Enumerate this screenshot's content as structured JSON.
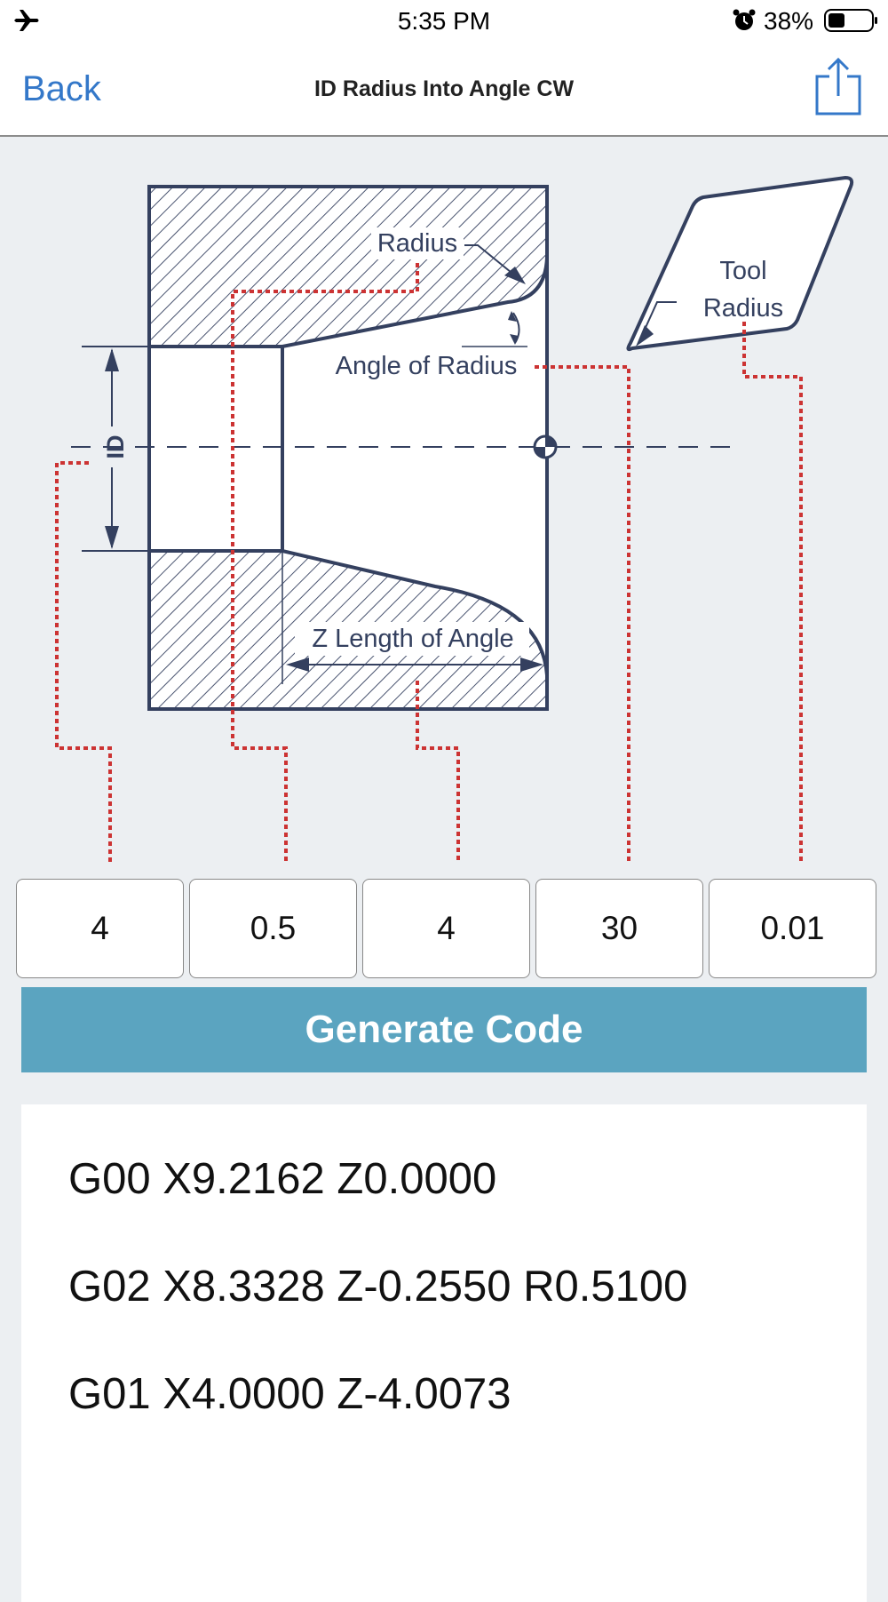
{
  "status_bar": {
    "time": "5:35 PM",
    "battery_percent": "38%",
    "icons": [
      "airplane-mode-icon",
      "alarm-icon",
      "battery-icon"
    ]
  },
  "nav": {
    "back_label": "Back",
    "title": "ID Radius Into Angle CW",
    "share_icon": "share-icon",
    "accent_color": "#3478c9"
  },
  "diagram": {
    "labels": {
      "radius": "Radius",
      "angle_of_radius": "Angle of Radius",
      "id": "ID",
      "z_length_of_angle": "Z Length of Angle",
      "tool": "Tool",
      "tool_radius": "Radius"
    },
    "line_color": "#34405f",
    "leader_color": "#cc3333"
  },
  "inputs": {
    "id_value": "4",
    "radius_value": "0.5",
    "z_length_value": "4",
    "angle_value": "30",
    "tool_radius_value": "0.01"
  },
  "generate_button": {
    "label": "Generate Code",
    "color": "#5ba4c0"
  },
  "code": {
    "lines": [
      "G00 X9.2162 Z0.0000",
      "G02 X8.3328 Z-0.2550 R0.5100",
      "G01 X4.0000 Z-4.0073"
    ]
  }
}
